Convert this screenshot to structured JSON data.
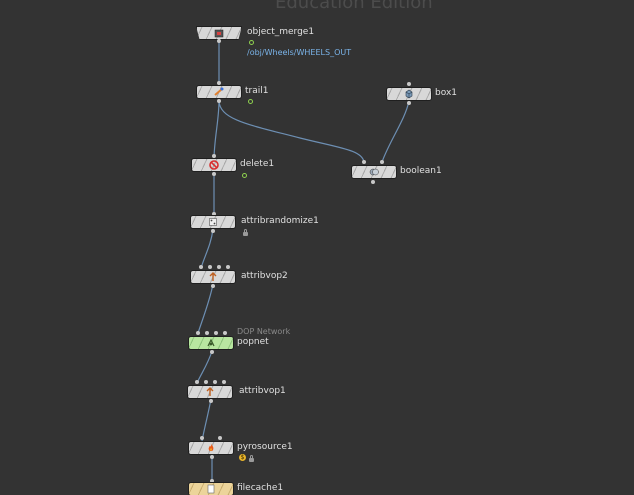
{
  "watermark": "Education Edition",
  "colors": {
    "background": "#333333",
    "wire": "#6d8fb3",
    "display_flag": "#8fd14f",
    "path_text": "#7ab3e8",
    "dop_node": "#b8e6a0",
    "cache_node": "#ecd49a"
  },
  "nodes": {
    "object_merge1": {
      "label": "object_merge1",
      "path": "/obj/Wheels/WHEELS_OUT",
      "icon": "object-merge-icon"
    },
    "trail1": {
      "label": "trail1",
      "icon": "trail-icon"
    },
    "box1": {
      "label": "box1",
      "icon": "box-icon"
    },
    "delete1": {
      "label": "delete1",
      "icon": "delete-icon"
    },
    "boolean1": {
      "label": "boolean1",
      "icon": "boolean-icon"
    },
    "attribrandomize1": {
      "label": "attribrandomize1",
      "icon": "attribrandomize-icon"
    },
    "attribvop2": {
      "label": "attribvop2",
      "icon": "vop-icon"
    },
    "popnet": {
      "label": "popnet",
      "type": "DOP Network",
      "icon": "dop-network-icon"
    },
    "attribvop1": {
      "label": "attribvop1",
      "icon": "vop-icon"
    },
    "pyrosource1": {
      "label": "pyrosource1",
      "icon": "pyro-flame-icon"
    },
    "filecache1": {
      "label": "filecache1",
      "icon": "file-cache-icon"
    }
  }
}
